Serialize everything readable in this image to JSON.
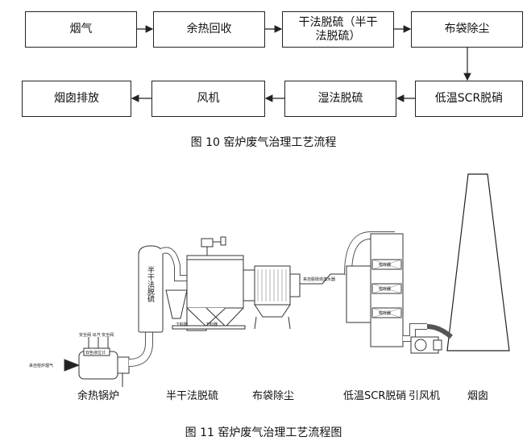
{
  "flow": {
    "row1": [
      "烟气",
      "余热回收",
      "干法脱硫（半干法脱硫）",
      "布袋除尘"
    ],
    "row2": [
      "烟囱排放",
      "风机",
      "湿法脱硫",
      "低温SCR脱硝"
    ]
  },
  "fig10_caption": "图 10  窑炉废气治理工艺流程",
  "fig11_caption": "图 11  窑炉废气治理工艺流程图",
  "drawing": {
    "labels": [
      "余热锅炉",
      "半干法脱硫",
      "布袋除尘",
      "低温SCR脱硝",
      "引风机",
      "烟囱"
    ],
    "tower_label": "半干法脱硫",
    "inlet": "来自窑炉烟气",
    "boiler_top": "安全阀 出汽 安全阀",
    "boiler_inner": "双色液位计",
    "hopper": [
      "下料器",
      "下料器"
    ],
    "scr_text": "来自脱硫塔激水器",
    "absorbers": [
      "吸收器",
      "吸收器",
      "吸收器"
    ]
  }
}
